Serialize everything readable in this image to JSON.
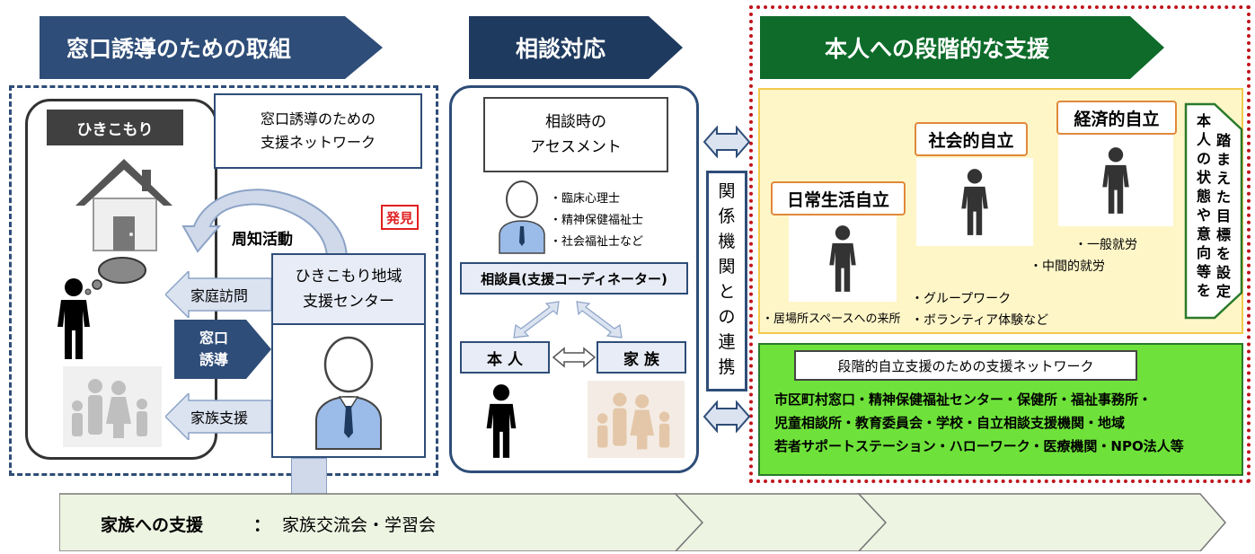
{
  "banners": {
    "left": "窓口誘導のための取組",
    "middle": "相談対応",
    "right": "本人への段階的な支援"
  },
  "left_panel": {
    "hikikomori_label": "ひきこもり",
    "network_line1": "窓口誘導のための",
    "network_line2": "支援ネットワーク",
    "discovery": "発見",
    "awareness": "周知活動",
    "center_line1": "ひきこもり地域",
    "center_line2": "支援センター",
    "home_visit": "家庭訪問",
    "guidance_line1": "窓口",
    "guidance_line2": "誘導",
    "family_support": "家族支援"
  },
  "middle_panel": {
    "assessment_line1": "相談時の",
    "assessment_line2": "アセスメント",
    "roles": [
      "・臨床心理士",
      "・精神保健福祉士",
      "・社会福祉士など"
    ],
    "counselor": "相談員(支援コーディネーター)",
    "self": "本 人",
    "family": "家 族"
  },
  "cooperation": [
    "関",
    "係",
    "機",
    "関",
    "と",
    "の",
    "連",
    "携"
  ],
  "right_panel": {
    "stage1": "日常生活自立",
    "stage2": "社会的自立",
    "stage3": "経済的自立",
    "stage1_note": "・居場所スペースへの来所",
    "stage2_notes": [
      "・グループワーク",
      "・ボランティア体験など"
    ],
    "stage3_notes": [
      "・一般就労",
      "・中間的就労"
    ],
    "goal_col1": [
      "本",
      "人",
      "の",
      "状",
      "態",
      "や",
      "意",
      "向",
      "等",
      "を"
    ],
    "goal_col2": [
      "踏",
      "ま",
      "え",
      "た",
      "目",
      "標",
      "を",
      "設",
      "定"
    ],
    "network_title": "段階的自立支援のための支援ネットワーク",
    "network_lines": [
      "市区町村窓口・精神保健福祉センター・保健所・福祉事務所・",
      "児童相談所・教育委員会・学校・自立相談支援機関・地域",
      "若者サポートステーション・ハローワーク・医療機関・NPO法人等"
    ]
  },
  "bottom": {
    "title": "家族への支援",
    "colon": "：",
    "content": "家族交流会・学習会"
  },
  "colors": {
    "navy": "#2e4d78",
    "dark_navy": "#1f3a5f",
    "green_banner": "#0e6b2a",
    "green_box": "#6ee23a",
    "yellow_box": "#fff6c8",
    "red_dotted": "#c0141c"
  }
}
